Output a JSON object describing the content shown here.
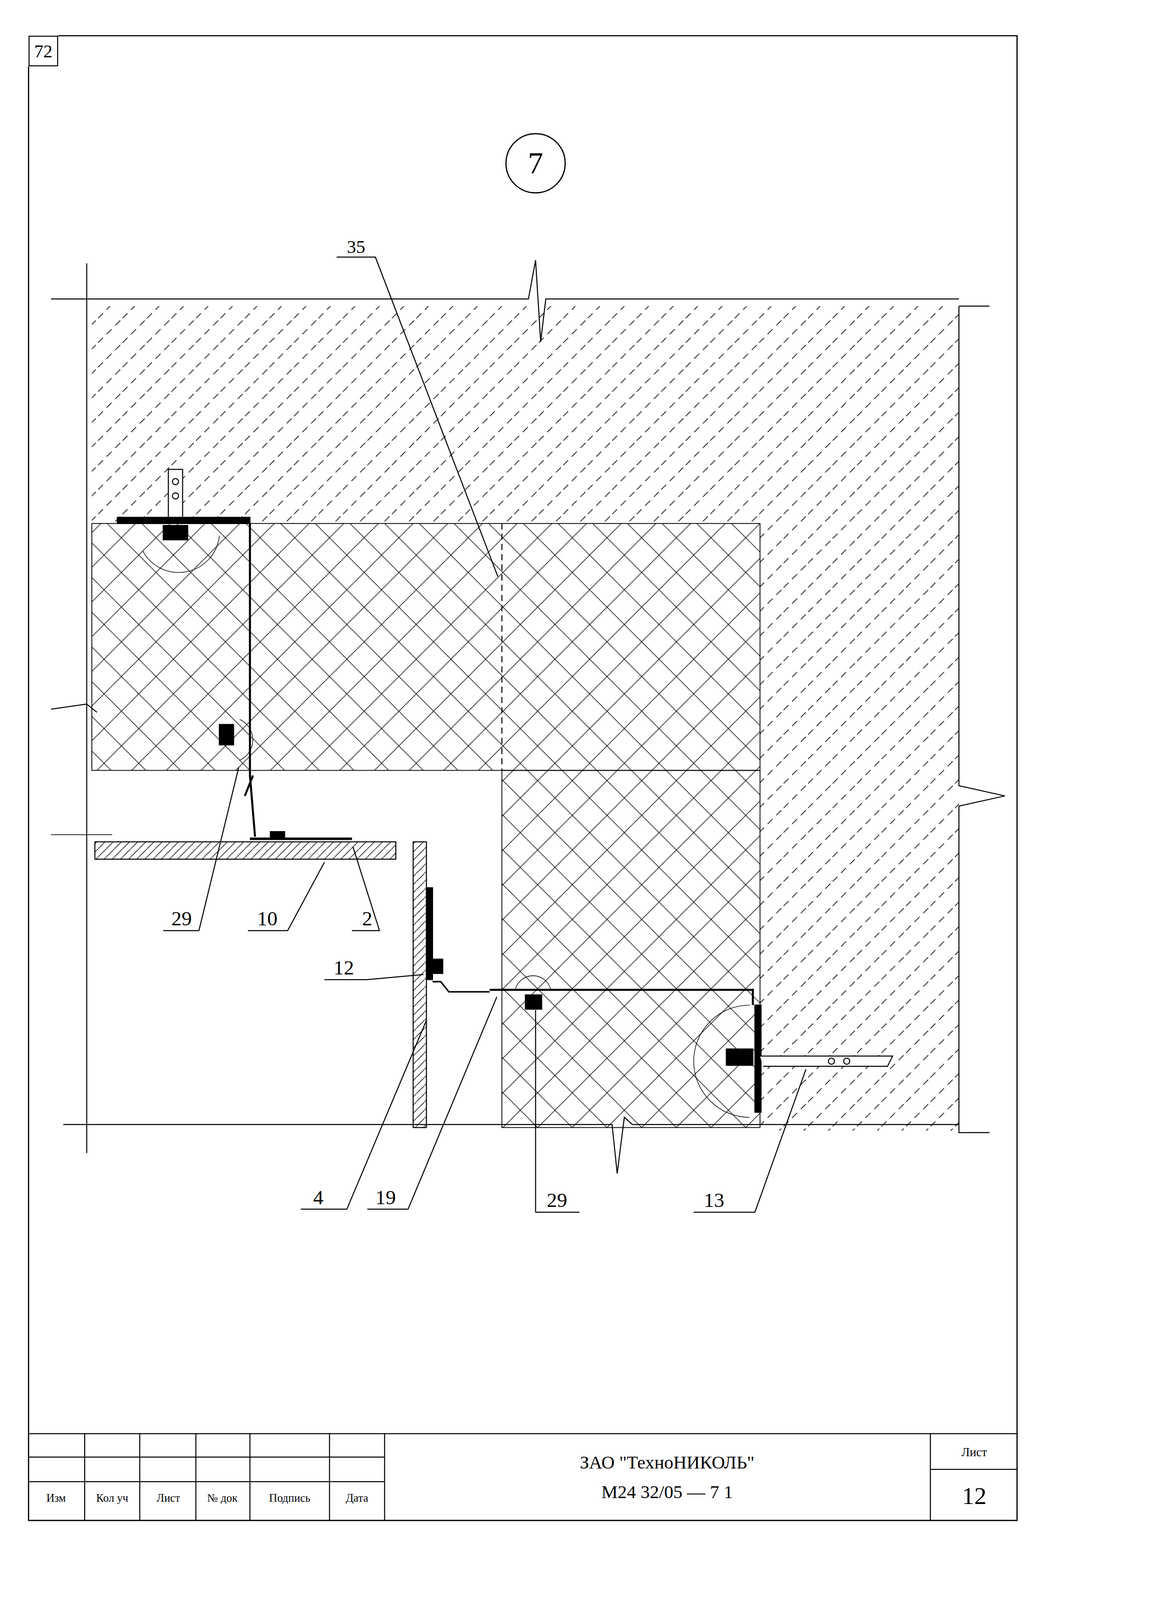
{
  "diagram": {
    "nodes": [
      {
        "text": [
          "72"
        ]
      },
      {
        "text": [
          "7"
        ]
      }
    ],
    "labels": [
      "35",
      "29",
      "10",
      "2",
      "12",
      "4",
      "19",
      "29",
      "13",
      "ЗАО \"ТехноНИКОЛЬ\"",
      "М24 32/05 — 7 1",
      "Лист",
      "12",
      "Изм",
      "Кол уч",
      "Лист",
      "№ док",
      "Подпись",
      "Дата"
    ]
  }
}
